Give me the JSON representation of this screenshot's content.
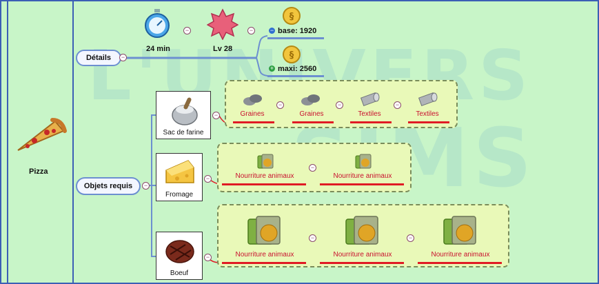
{
  "root": {
    "label": "Pizza",
    "icon": "pizza-slice-icon"
  },
  "details": {
    "label": "Détails",
    "time": "24 min",
    "level": "Lv 28",
    "price_base": "base: 1920",
    "price_max": "maxi: 2560"
  },
  "requirements": {
    "label": "Objets requis",
    "items": [
      {
        "name": "Sac de farine",
        "icon": "flour-sack-icon",
        "components": [
          "Graines",
          "Graines",
          "Textiles",
          "Textiles"
        ]
      },
      {
        "name": "Fromage",
        "icon": "cheese-icon",
        "components": [
          "Nourriture animaux",
          "Nourriture animaux"
        ]
      },
      {
        "name": "Boeuf",
        "icon": "beef-icon",
        "components": [
          "Nourriture animaux",
          "Nourriture animaux",
          "Nourriture animaux"
        ]
      }
    ]
  },
  "watermark": {
    "line1": "L'UNIVERS",
    "line2": "SIMS"
  },
  "colors": {
    "background": "#c8f5c8",
    "border": "#3b5fb5",
    "link_red": "#e01b24",
    "link_blue": "#6c8fd0"
  }
}
